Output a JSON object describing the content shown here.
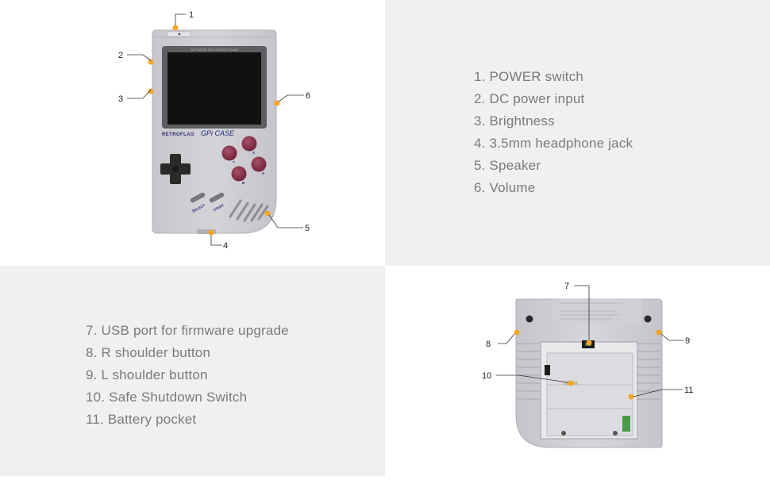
{
  "front_device": {
    "brand_text": "RETROFLAG",
    "model_text": "GPi CASE",
    "button_labels": {
      "select": "SELECT",
      "start": "START",
      "a": "A",
      "b": "B",
      "x": "X",
      "y": "Y"
    },
    "callouts": [
      "1",
      "2",
      "3",
      "4",
      "5",
      "6"
    ]
  },
  "features_front": [
    "1. POWER switch",
    "2. DC power input",
    "3. Brightness",
    "4. 3.5mm headphone jack",
    "5. Speaker",
    "6. Volume"
  ],
  "features_back": [
    "7. USB port for firmware upgrade",
    "8. R shoulder button",
    "9. L shoulder button",
    "10. Safe Shutdown Switch",
    "11. Battery pocket"
  ],
  "back_device": {
    "callouts": [
      "7",
      "8",
      "9",
      "10",
      "11"
    ]
  },
  "colors": {
    "accent_dot": "#f5a623",
    "body_gray": "#c8c8cc",
    "button_maroon": "#8a2f4a",
    "panel_gray": "#f0f0f0",
    "text_gray": "#7a7a7a"
  }
}
